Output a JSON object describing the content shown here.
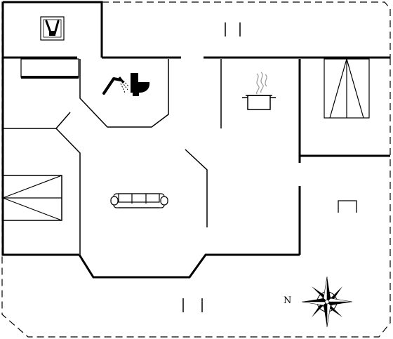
{
  "floorplan": {
    "compass": {
      "label": "N"
    },
    "rooms": [
      {
        "name": "utility",
        "icon": "washing-machine-icon"
      },
      {
        "name": "bathroom",
        "icon": "shower-icon"
      },
      {
        "name": "bathroom",
        "icon": "toilet-icon"
      },
      {
        "name": "kitchen",
        "icon": "cooking-pot-icon"
      },
      {
        "name": "bedroom",
        "icon": "bunk-bed-icon"
      },
      {
        "name": "bedroom",
        "icon": "bed-icon"
      },
      {
        "name": "living-room",
        "icon": "sofa-icon"
      },
      {
        "name": "room",
        "icon": "chair-icon"
      }
    ],
    "colors": {
      "line": "#000000",
      "background": "#ffffff"
    }
  }
}
